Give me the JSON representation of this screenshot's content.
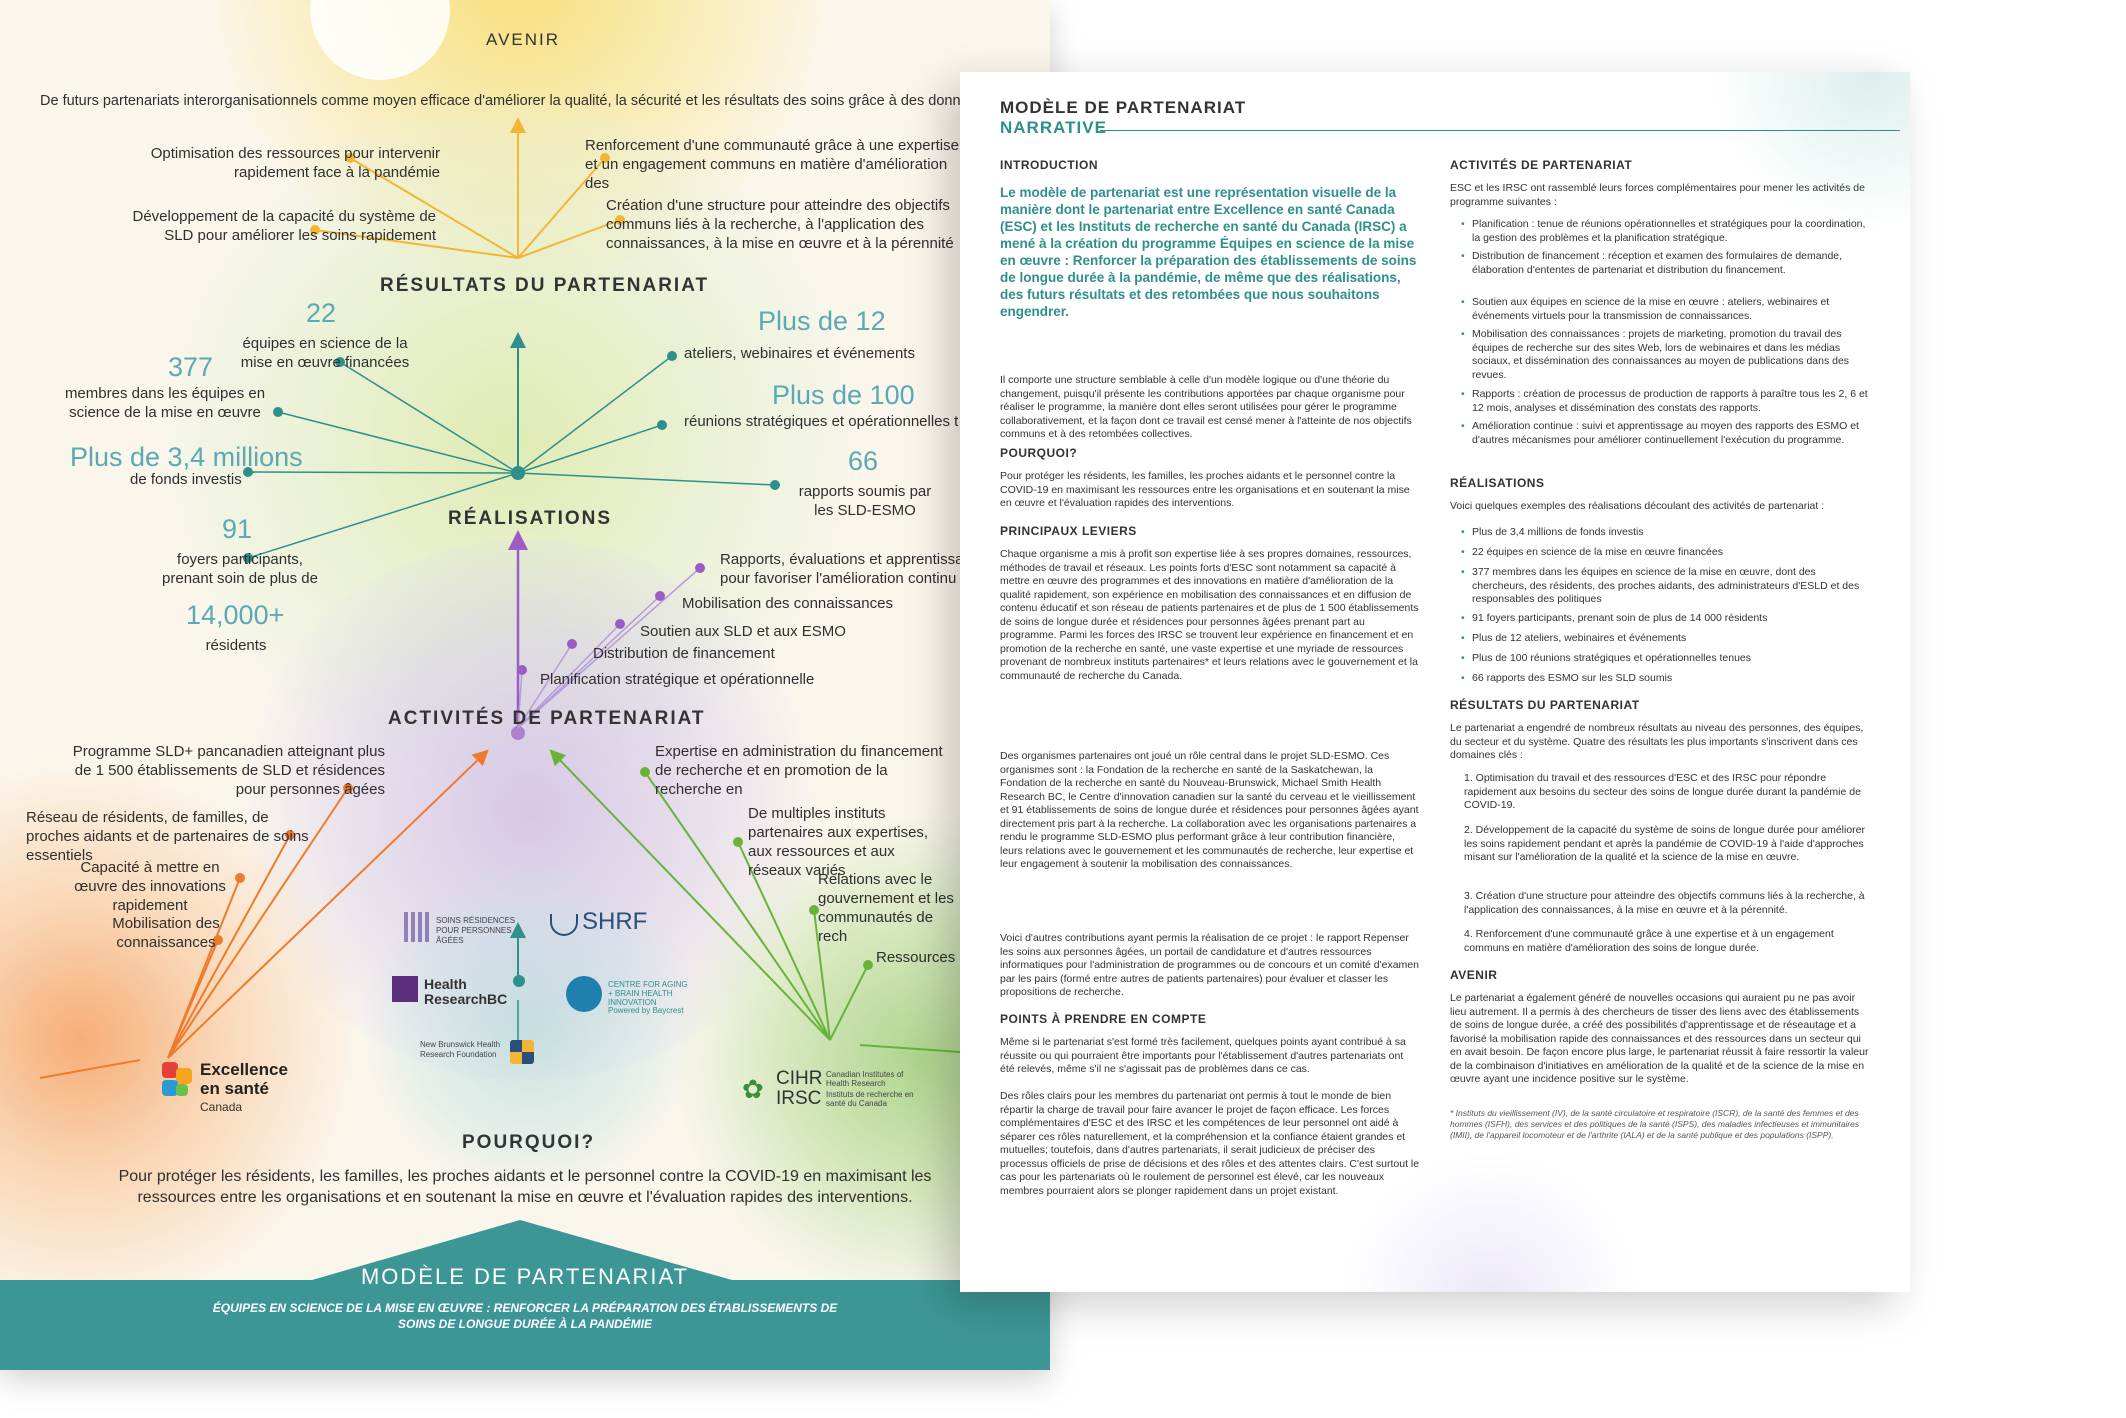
{
  "poster": {
    "avenir": {
      "title": "AVENIR",
      "text": "De futurs partenariats interorganisationnels comme moyen efficace d'améliorer la qualité, la sécurité et les résultats des soins grâce à des données p"
    },
    "resultats": {
      "title": "RÉSULTATS DU PARTENARIAT",
      "items": [
        "Optimisation des ressources pour intervenir rapidement face à la pandémie",
        "Développement de la capacité du système de SLD pour améliorer les soins rapidement",
        "Renforcement d'une communauté grâce à une expertise et un engagement communs en matière d'amélioration des",
        "Création d'une structure pour atteindre des objectifs communs liés à la recherche, à l'application des connaissances, à la mise en œuvre et à la pérennité"
      ]
    },
    "realisations": {
      "title": "RÉALISATIONS",
      "stats": [
        {
          "value": "22",
          "label": "équipes en science de la mise en œuvre financées"
        },
        {
          "value": "377",
          "label": "membres dans les équipes en science de la mise en œuvre"
        },
        {
          "value": "Plus de 3,4 millions",
          "label": "de fonds investis"
        },
        {
          "value": "91",
          "label": "foyers participants, prenant soin de plus de"
        },
        {
          "value": "14,000+",
          "label": "résidents"
        },
        {
          "value": "Plus de 12",
          "label": "ateliers, webinaires et événements"
        },
        {
          "value": "Plus de 100",
          "label": "réunions stratégiques et opérationnelles t"
        },
        {
          "value": "66",
          "label": "rapports soumis par les SLD-ESMO"
        }
      ]
    },
    "activites": {
      "title": "ACTIVITÉS DE PARTENARIAT",
      "items": [
        "Rapports, évaluations et apprentissa pour favoriser l'amélioration continu",
        "Mobilisation des connaissances",
        "Soutien aux SLD et aux ESMO",
        "Distribution de financement",
        "Planification stratégique et opérationnelle"
      ]
    },
    "leviers_esc": [
      "Programme SLD+ pancanadien atteignant plus de 1 500 établissements de SLD et résidences pour personnes âgées",
      "Réseau de résidents, de familles, de proches aidants et de partenaires de soins essentiels",
      "Capacité à mettre en œuvre des innovations rapidement",
      "Mobilisation des connaissances"
    ],
    "leviers_irsc": [
      "Expertise en administration du financement de recherche et en promotion de la recherche en",
      "De multiples instituts partenaires aux expertises, aux ressources et aux réseaux variés",
      "Relations avec le gouvernement et les communautés de rech",
      "Ressources"
    ],
    "logos": {
      "esc_name": "Excellence en santé",
      "esc_country": "Canada",
      "shrf": "SHRF",
      "health_bc_1": "Health",
      "health_bc_2": "ResearchBC",
      "cihr": "CIHR",
      "irsc": "IRSC",
      "cihr_sub": "Canadian Institutes of Health Research",
      "irsc_sub": "Instituts de recherche en santé du Canada",
      "residences": "SOINS RÉSIDENCES POUR PERSONNES ÂGÉES",
      "nb": "New Brunswick Health Research Foundation",
      "brain": "CENTRE FOR AGING + BRAIN HEALTH INNOVATION",
      "brain_sub": "Powered by Baycrest"
    },
    "pourquoi": {
      "title": "POURQUOI?",
      "text": "Pour protéger les résidents, les familles, les proches aidants et le personnel contre la COVID-19 en maximisant les ressources entre les organisations et en soutenant la mise en œuvre et l'évaluation rapides des interventions."
    },
    "footer": {
      "title": "MODÈLE DE PARTENARIAT",
      "subtitle": "ÉQUIPES EN SCIENCE DE LA MISE EN ŒUVRE : RENFORCER LA PRÉPARATION DES ÉTABLISSEMENTS DE SOINS DE LONGUE DURÉE À LA PANDÉMIE"
    }
  },
  "narrative": {
    "title": "MODÈLE DE PARTENARIAT",
    "subtitle": "NARRATIVE",
    "intro_heading": "INTRODUCTION",
    "intro_lead": "Le modèle de partenariat est une représentation visuelle de la manière dont le partenariat entre Excellence en santé Canada (ESC) et les Instituts de recherche en santé du Canada (IRSC) a mené à la création du programme Équipes en science de la mise en œuvre : Renforcer la préparation des établissements de soins de longue durée à la pandémie, de même que des réalisations, des futurs résultats et des retombées que nous souhaitons engendrer.",
    "intro_body": "Il comporte une structure semblable à celle d'un modèle logique ou d'une théorie du changement, puisqu'il présente les contributions apportées par chaque organisme pour réaliser le programme, la manière dont elles seront utilisées pour gérer le programme collaborativement, et la façon dont ce travail est censé mener à l'atteinte de nos objectifs communs et à des retombées collectives.",
    "pourquoi_heading": "POURQUOI?",
    "pourquoi_body": "Pour protéger les résidents, les familles, les proches aidants et le personnel contre la COVID-19 en maximisant les ressources entre les organisations et en soutenant la mise en œuvre et l'évaluation rapides des interventions.",
    "leviers_heading": "PRINCIPAUX LEVIERS",
    "leviers_body1": "Chaque organisme a mis à profit son expertise liée à ses propres domaines, ressources, méthodes de travail et réseaux. Les points forts d'ESC sont notamment sa capacité à mettre en œuvre des programmes et des innovations en matière d'amélioration de la qualité rapidement, son expérience en mobilisation des connaissances et en diffusion de contenu éducatif et son réseau de patients partenaires et de plus de 1 500 établissements de soins de longue durée et résidences pour personnes âgées prenant part au programme. Parmi les forces des IRSC se trouvent leur expérience en financement et en promotion de la recherche en santé, une vaste expertise et une myriade de ressources provenant de nombreux instituts partenaires* et leurs relations avec le gouvernement et la communauté de recherche du Canada.",
    "leviers_body2": "Des organismes partenaires ont joué un rôle central dans le projet SLD-ESMO. Ces organismes sont : la Fondation de la recherche en santé de la Saskatchewan, la Fondation de la recherche en santé du Nouveau-Brunswick, Michael Smith Health Research BC, le Centre d'innovation canadien sur la santé du cerveau et le vieillissement et 91 établissements de soins de longue durée et résidences pour personnes âgées ayant directement pris part à la recherche. La collaboration avec les organisations partenaires a rendu le programme SLD-ESMO plus performant grâce à leur contribution financière, leurs relations avec le gouvernement et les communautés de recherche, leur expertise et leur engagement à soutenir la mobilisation des connaissances.",
    "leviers_body3": "Voici d'autres contributions ayant permis la réalisation de ce projet : le rapport Repenser les soins aux personnes âgées, un portail de candidature et d'autres ressources informatiques pour l'administration de programmes ou de concours et un comité d'examen par les pairs (formé entre autres de patients partenaires) pour évaluer et classer les propositions de recherche.",
    "points_heading": "POINTS À PRENDRE EN COMPTE",
    "points_body1": "Même si le partenariat s'est formé très facilement, quelques points ayant contribué à sa réussite ou qui pourraient être importants pour l'établissement d'autres partenariats ont été relevés, même s'il ne s'agissait pas de problèmes dans ce cas.",
    "points_body2": "Des rôles clairs pour les membres du partenariat ont permis à tout le monde de bien répartir la charge de travail pour faire avancer le projet de façon efficace. Les forces complémentaires d'ESC et des IRSC et les compétences de leur personnel ont aidé à séparer ces rôles naturellement, et la compréhension et la confiance étaient grandes et mutuelles; toutefois, dans d'autres partenariats, il serait judicieux de préciser des processus officiels de prise de décisions et des rôles et des attentes clairs. C'est surtout le cas pour les partenariats où le roulement de personnel est élevé, car les nouveaux membres pourraient alors se plonger rapidement dans un projet existant.",
    "activites_heading": "ACTIVITÉS DE PARTENARIAT",
    "activites_intro": "ESC et les IRSC ont rassemblé leurs forces complémentaires pour mener les activités de programme suivantes :",
    "activites_items": [
      "Planification : tenue de réunions opérationnelles et stratégiques pour la coordination, la gestion des problèmes et la planification stratégique.",
      "Distribution de financement : réception et examen des formulaires de demande, élaboration d'ententes de partenariat et distribution du financement.",
      "Soutien aux équipes en science de la mise en œuvre : ateliers, webinaires et événements virtuels pour la transmission de connaissances.",
      "Mobilisation des connaissances : projets de marketing, promotion du travail des équipes de recherche sur des sites Web, lors de webinaires et dans les médias sociaux, et dissémination des connaissances au moyen de publications dans des revues.",
      "Rapports : création de processus de production de rapports à paraître tous les 2, 6 et 12 mois, analyses et dissémination des constats des rapports.",
      "Amélioration continue : suivi et apprentissage au moyen des rapports des ESMO et d'autres mécanismes pour améliorer continuellement l'exécution du programme."
    ],
    "realisations_heading": "RÉALISATIONS",
    "realisations_intro": "Voici quelques exemples des réalisations découlant des activités de partenariat :",
    "realisations_items": [
      "Plus de 3,4 millions de fonds investis",
      "22 équipes en science de la mise en œuvre financées",
      "377 membres dans les équipes en science de la mise en œuvre, dont des chercheurs, des résidents, des proches aidants, des administrateurs d'ESLD et des responsables des politiques",
      "91 foyers participants, prenant soin de plus de 14 000 résidents",
      "Plus de 12 ateliers, webinaires et événements",
      "Plus de 100 réunions stratégiques et opérationnelles tenues",
      "66 rapports des ESMO sur les SLD soumis"
    ],
    "resultats_heading": "RÉSULTATS DU PARTENARIAT",
    "resultats_intro": "Le partenariat a engendré de nombreux résultats au niveau des personnes, des équipes, du secteur et du système. Quatre des résultats les plus importants s'inscrivent dans ces domaines clés :",
    "resultats_items": [
      "1. Optimisation du travail et des ressources d'ESC et des IRSC pour répondre rapidement aux besoins du secteur des soins de longue durée durant la pandémie de COVID-19.",
      "2. Développement de la capacité du système de soins de longue durée pour améliorer les soins rapidement pendant et après la pandémie de COVID-19 à l'aide d'approches misant sur l'amélioration de la qualité et la science de la mise en œuvre.",
      "3. Création d'une structure pour atteindre des objectifs communs liés à la recherche, à l'application des connaissances, à la mise en œuvre et à la pérennité.",
      "4. Renforcement d'une communauté grâce à une expertise et à un engagement communs en matière d'amélioration des soins de longue durée."
    ],
    "avenir_heading": "AVENIR",
    "avenir_body": "Le partenariat a également généré de nouvelles occasions qui auraient pu ne pas avoir lieu autrement. Il a permis à des chercheurs de tisser des liens avec des établissements de soins de longue durée, a créé des possibilités d'apprentissage et de réseautage et a favorisé la mobilisation rapide des connaissances et des ressources dans un secteur qui en avait besoin. De façon encore plus large, le partenariat réussit à faire ressortir la valeur de la combinaison d'initiatives en amélioration de la qualité et de la science de la mise en œuvre ayant une incidence positive sur le système.",
    "footnote": "* Instituts du vieillissement (IV), de la santé circulatoire et respiratoire (ISCR), de la santé des femmes et des hommes (ISFH), des services et des politiques de la santé (ISPS), des maladies infectieuses et immunitaires (IMII), de l'appareil locomoteur et de l'arthrite (IALA) et de la santé publique et des populations (ISPP)."
  },
  "colors": {
    "teal": "#2f8f8a",
    "orange": "#f07a2c",
    "green": "#69b33a",
    "purple": "#9b5cc6",
    "yellow": "#f2c94c",
    "blue": "#5aa9b3"
  }
}
